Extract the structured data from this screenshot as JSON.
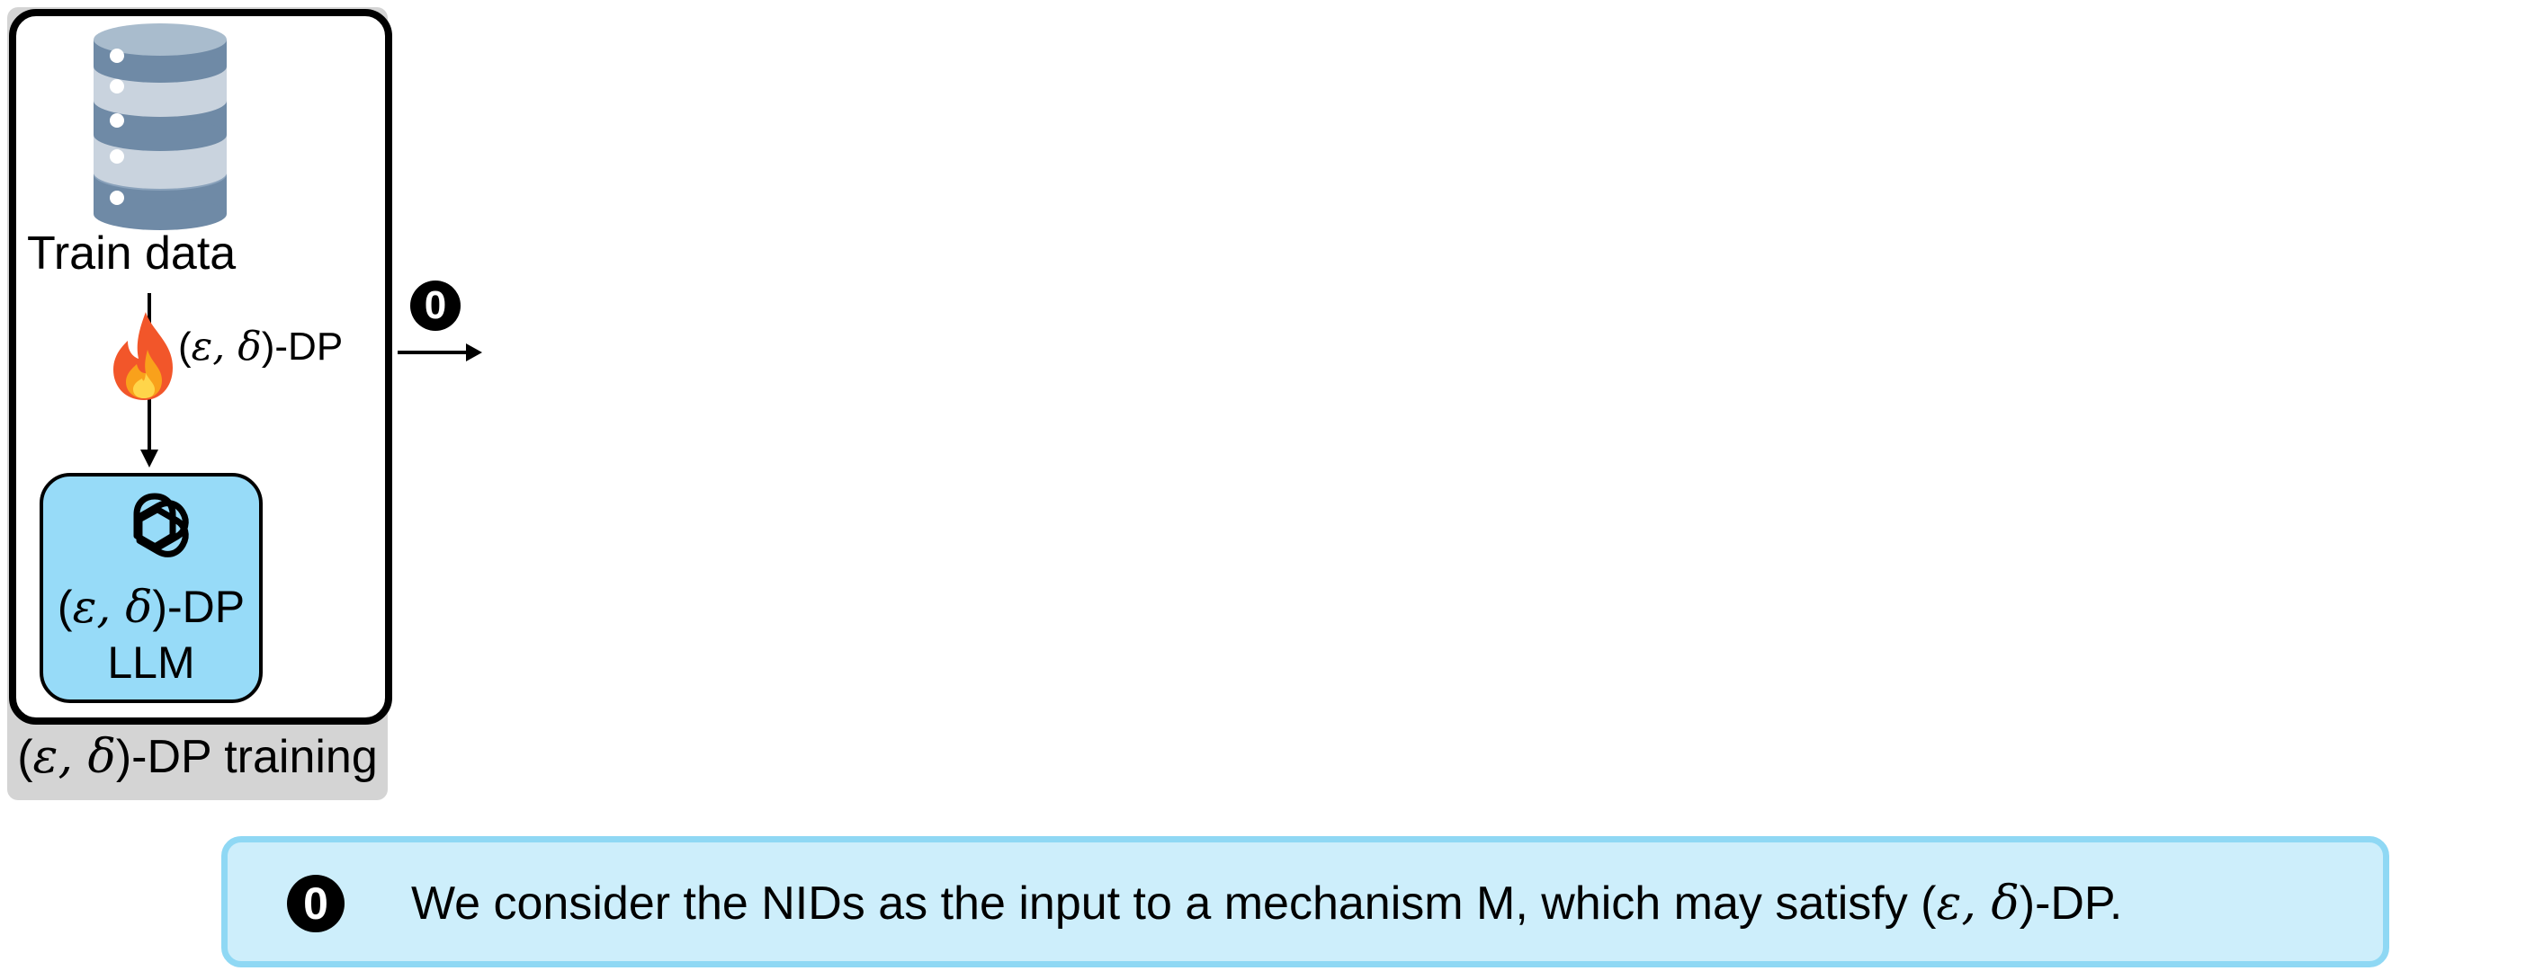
{
  "panel": {
    "caption_prefix": "(",
    "caption_greek": "ε, δ",
    "caption_suffix": ")-DP training"
  },
  "database": {
    "icon": "database-icon",
    "label": "Train data"
  },
  "flow": {
    "icon": "fire-icon",
    "label_prefix": "(",
    "label_greek": "ε, δ",
    "label_suffix": ")-DP"
  },
  "llm": {
    "icon": "openai-logo-icon",
    "line1_prefix": "(",
    "line1_greek": "ε, δ",
    "line1_suffix": ")-DP",
    "line2": "LLM"
  },
  "step": {
    "number": "0"
  },
  "description": {
    "number": "0",
    "text_main": "We consider the NIDs as the input to a mechanism M, which may satisfy (",
    "text_greek": "ε, δ",
    "text_suffix": ")-DP."
  },
  "colors": {
    "llm_fill": "#97dbf8",
    "description_fill": "#cdeefb",
    "description_border": "#8fd8f4",
    "database": "#6f8aa6",
    "panel_caption_bg": "#d4d4d4"
  }
}
